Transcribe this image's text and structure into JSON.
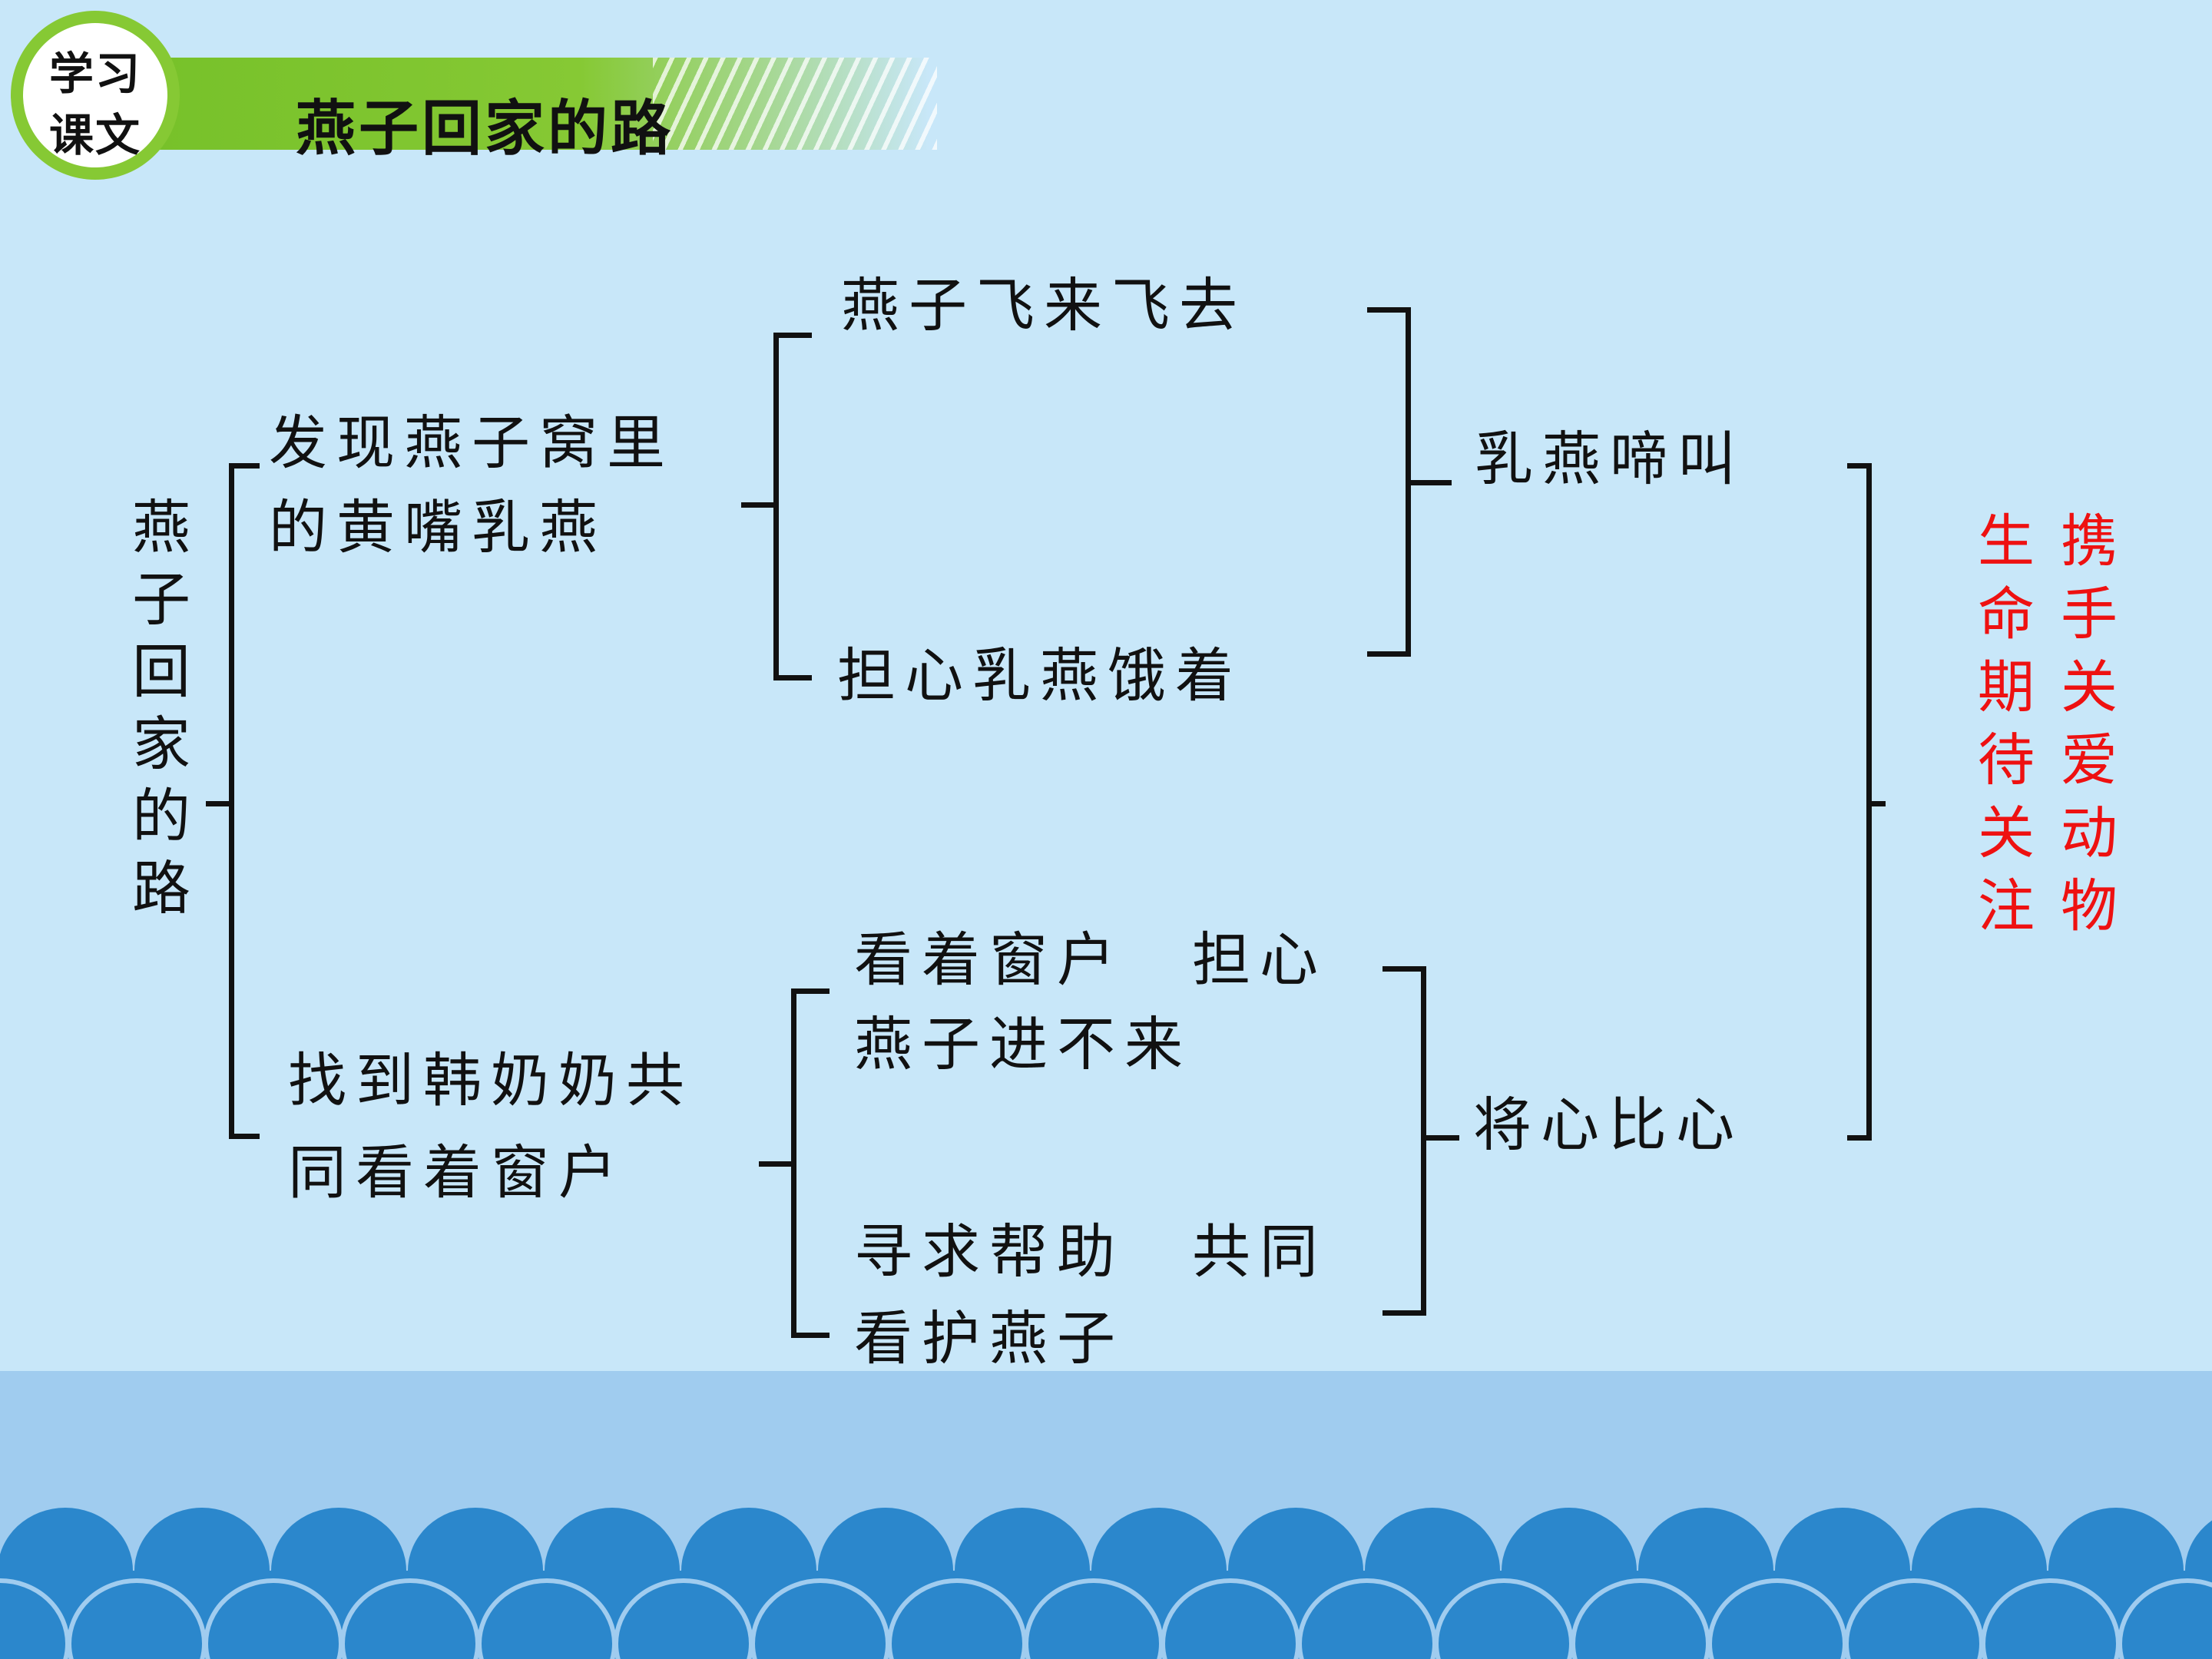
{
  "header": {
    "badge_line1": "学习",
    "badge_line2": "课文",
    "title": "燕子回家的路"
  },
  "diagram": {
    "root": "燕子回家的路",
    "branch1": {
      "line1": "发现燕子窝里",
      "line2": "的黄嘴乳燕",
      "sub_top": "燕子飞来飞去",
      "sub_bottom": "担心乳燕饿着",
      "result": "乳燕啼叫"
    },
    "branch2": {
      "line1": "找到韩奶奶共",
      "line2": "同看着窗户",
      "sub_top_line1": "看着窗户　担心",
      "sub_top_line2": "燕子进不来",
      "sub_bottom_line1": "寻求帮助　共同",
      "sub_bottom_line2": "看护燕子",
      "result": "将心比心"
    },
    "conclusion_right": "携手关爱动物",
    "conclusion_left": "生命期待关注"
  },
  "colors": {
    "background": "#c8e7f9",
    "header_green": "#86c934",
    "conclusion_red": "#ee1111",
    "sea_light": "#a0ccef",
    "wave_blue": "#2b87cc"
  }
}
